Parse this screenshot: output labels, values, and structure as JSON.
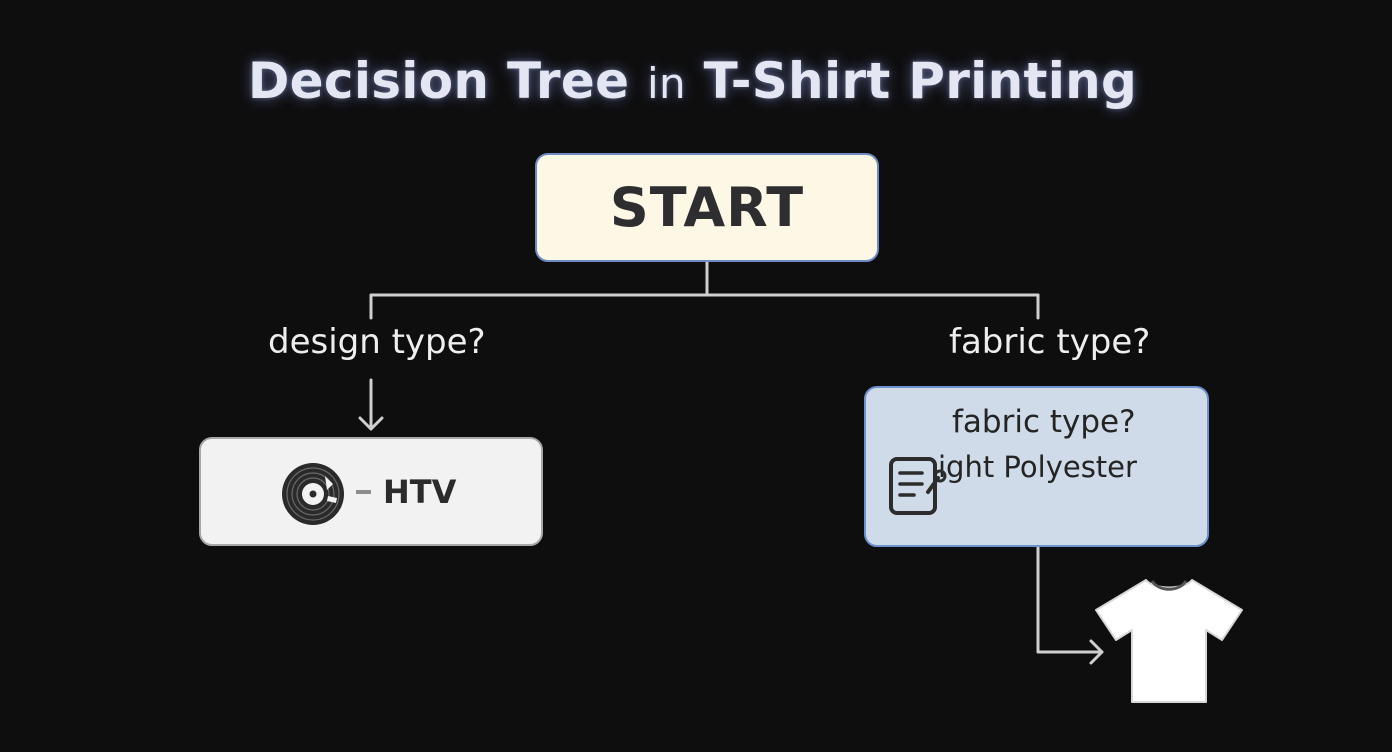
{
  "title": {
    "part1": "Decision Tree",
    "part2": "in",
    "part3": "T-Shirt Printing"
  },
  "nodes": {
    "start": {
      "label": "START"
    },
    "htv": {
      "icon": "vinyl-disc-icon",
      "dash": "-",
      "label": "HTV"
    },
    "fabric": {
      "title": "fabric type?",
      "subtitle": "ight Polyester",
      "icon": "document-link-icon"
    }
  },
  "branches": {
    "left": {
      "label": "design type?"
    },
    "right": {
      "label": "fabric type?"
    }
  },
  "outcome": {
    "icon": "t-shirt-icon"
  },
  "colors": {
    "background": "#0e0e0f",
    "start_fill": "#fdf7e6",
    "start_border": "#6f8bc4",
    "htv_fill": "#f2f2f2",
    "fabric_fill": "#cfdbe8",
    "fabric_border": "#6f92cf",
    "connector": "#cfcfcf"
  }
}
